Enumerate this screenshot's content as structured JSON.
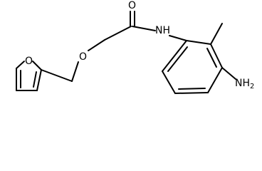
{
  "molecule": {
    "atom_labels": {
      "furan_oxygen": "O",
      "ether_oxygen": "O",
      "carbonyl_oxygen": "O",
      "amide_nh": "NH",
      "amine_nh2": "NH",
      "amine_subscript": "2"
    }
  }
}
